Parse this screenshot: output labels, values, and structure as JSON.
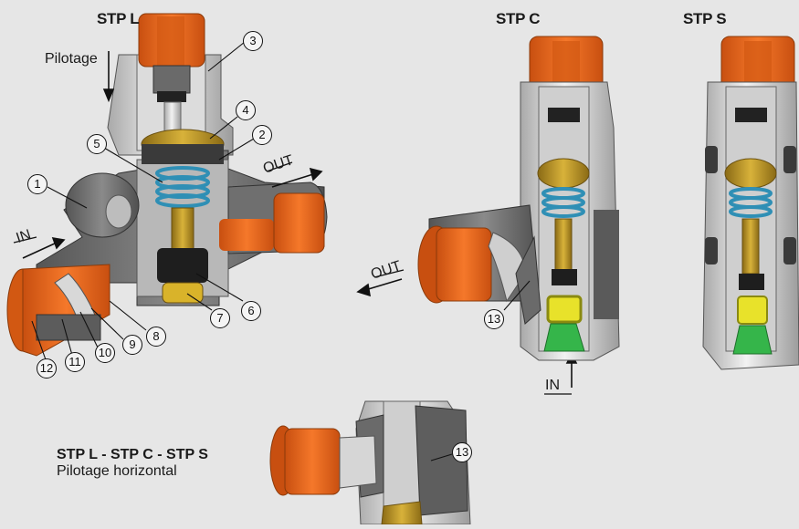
{
  "models": {
    "l": "STP L",
    "c": "STP C",
    "s": "STP S"
  },
  "flow": {
    "pilotage": "Pilotage",
    "in_left": "IN",
    "out_left": "OUT",
    "out_c": "OUT",
    "in_c": "IN"
  },
  "caption": {
    "line1": "STP L - STP C - STP S",
    "line2": "Pilotage horizontal"
  },
  "callouts": {
    "c1": "1",
    "c2": "2",
    "c3": "3",
    "c4": "4",
    "c5": "5",
    "c6": "6",
    "c7": "7",
    "c8": "8",
    "c9": "9",
    "c10": "10",
    "c11": "11",
    "c12": "12",
    "c13a": "13",
    "c13b": "13"
  },
  "colors": {
    "background": "#e6e6e6",
    "orange": "#f06a1e",
    "brass": "#c9a22e",
    "spring_blue": "#4fb3d8",
    "spring_yellow": "#e8e22a",
    "green": "#35b54a",
    "body_gray": "#7a7a7a",
    "steel": "#c9c9c9"
  }
}
